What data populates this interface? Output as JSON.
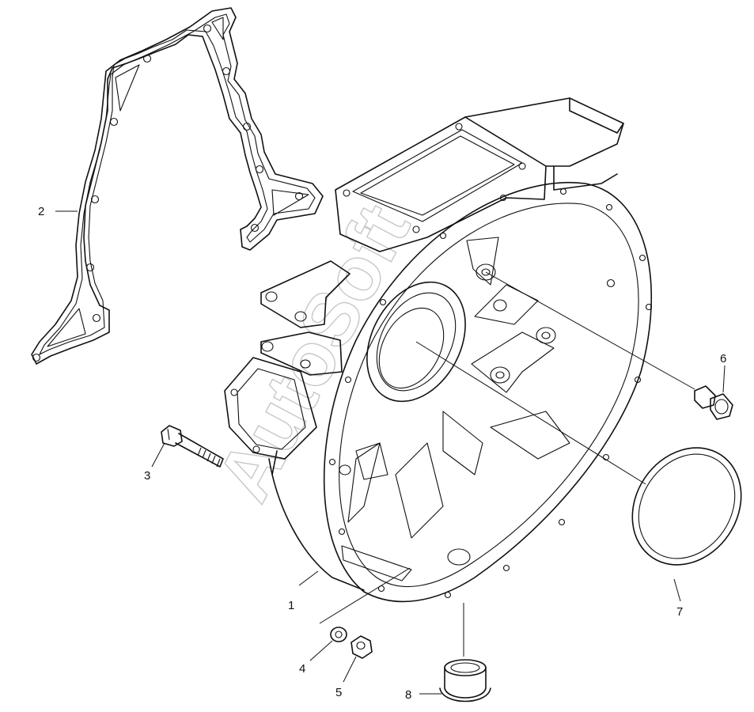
{
  "callouts": {
    "c1": "1",
    "c2": "2",
    "c3": "3",
    "c4": "4",
    "c5": "5",
    "c6": "6",
    "c7": "7",
    "c8": "8"
  },
  "watermark": "AutoSoft"
}
